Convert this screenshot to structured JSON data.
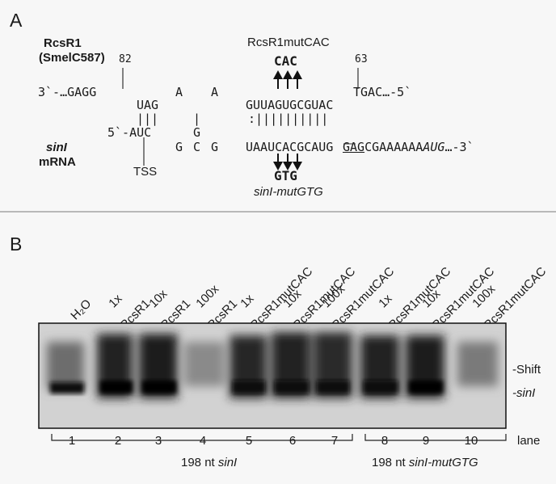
{
  "panel_a": {
    "letter": "A",
    "rcsr1_title": "RcsR1",
    "rcsr1_strain": "(SmelC587)",
    "mut_title": "RcsR1mutCAC",
    "mut_seq": "CAC",
    "pos_82": "82",
    "pos_63": "63",
    "top_prefix": "3`-…GAGG",
    "top_loop_a1": "A",
    "top_loop_a2": "A",
    "top_paired_1": "UAG",
    "top_paired_2": "GUUAGUGCGUAC",
    "top_suffix": "TGAC…-5`",
    "pairs_1": "|||",
    "pair_g": "|",
    "pairs_2": ":||||||||||",
    "bot_prefix": "5`-AUC",
    "bot_g": "G",
    "bot_c": "C",
    "bot_g2": "G",
    "bot_paired": "UAAUCACGCAUG",
    "bot_suffix_a": "GAG",
    "bot_suffix_b": "CGAAAAAA",
    "bot_suffix_c": "AUG",
    "bot_suffix_d": "…-3`",
    "sinl_label": "sinI",
    "mrna_label": "mRNA",
    "tss": "TSS",
    "gtg": "GTG",
    "sinl_mut_italic": "sinI-mutGTG"
  },
  "panel_b": {
    "letter": "B",
    "lane_labels": [
      {
        "line1": "H₂O",
        "line2": ""
      },
      {
        "line1": "1x",
        "line2": "RcsR1"
      },
      {
        "line1": "10x",
        "line2": "RcsR1"
      },
      {
        "line1": "100x",
        "line2": "RcsR1"
      },
      {
        "line1": "1x",
        "line2": "RcsR1mutCAC"
      },
      {
        "line1": "10x",
        "line2": "RcsR1mutCAC"
      },
      {
        "line1": "100x",
        "line2": "RcsR1mutCAC"
      },
      {
        "line1": "1x",
        "line2": "RcsR1mutCAC"
      },
      {
        "line1": "10x",
        "line2": "RcsR1mutCAC"
      },
      {
        "line1": "100x",
        "line2": "RcsR1mutCAC"
      }
    ],
    "band_shift": "-Shift",
    "band_sinl": "-sinI",
    "lane_numbers": [
      "1",
      "2",
      "3",
      "4",
      "5",
      "6",
      "7",
      "8",
      "9",
      "10"
    ],
    "lane_word": "lane",
    "group1_prefix": "198 nt ",
    "group1_italic": "sinI",
    "group2_prefix": "198 nt ",
    "group2_italic": "sinI-mutGTG"
  }
}
